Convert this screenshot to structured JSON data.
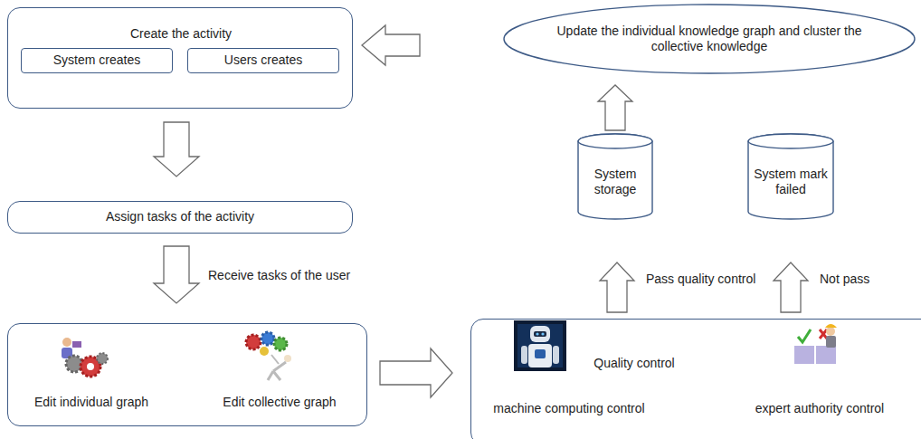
{
  "diagram": {
    "nodes": [
      {
        "text": [
          "Create the activity"
        ]
      },
      {
        "text": [
          "System creates"
        ],
        "in": 0
      },
      {
        "text": [
          "Users creates"
        ],
        "in": 0
      },
      {
        "text": [
          "Assign tasks of the activity"
        ]
      },
      {
        "text": [
          "Edit individual graph",
          "Edit collective graph"
        ]
      },
      {
        "text": [
          "Quality control",
          "machine computing control",
          "expert authority control"
        ]
      },
      {
        "text": [
          "System storage"
        ]
      },
      {
        "text": [
          "System mark failed"
        ]
      },
      {
        "text": [
          "Update the individual knowledge graph and cluster the collective knowledge"
        ]
      }
    ],
    "edges": [
      {
        "from": 0,
        "to": 3,
        "arrow": "to"
      },
      {
        "from": 3,
        "to": 4,
        "label": "Receive tasks of the user",
        "arrow": "to"
      },
      {
        "from": 4,
        "to": 5,
        "arrow": "to"
      },
      {
        "from": 5,
        "to": 6,
        "label": "Pass quality control",
        "arrow": "to"
      },
      {
        "from": 5,
        "to": 7,
        "label": "Not pass",
        "arrow": "to"
      },
      {
        "from": 6,
        "to": 8,
        "arrow": "to"
      },
      {
        "from": 8,
        "to": 0,
        "arrow": "to"
      }
    ]
  }
}
